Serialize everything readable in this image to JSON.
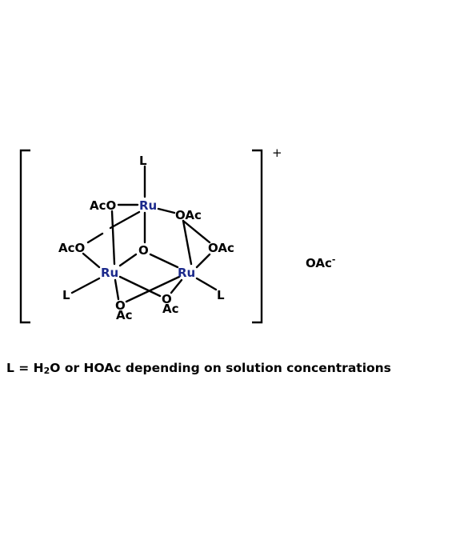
{
  "structure": {
    "metal_symbol": "Ru",
    "metal_color": "#1c2a8c",
    "ligand": "L",
    "central_oxygen": "O",
    "bridging_left_label": "AcO",
    "bridging_right_label": "OAc",
    "bridging_bottom_o": "O",
    "bridging_bottom_ac": "Ac",
    "charge": "+",
    "counterion": "OAc",
    "counterion_charge": "-"
  },
  "footnote": {
    "prefix": "L = H",
    "subscript": "2",
    "suffix": "O or HOAc depending on solution concentrations"
  }
}
